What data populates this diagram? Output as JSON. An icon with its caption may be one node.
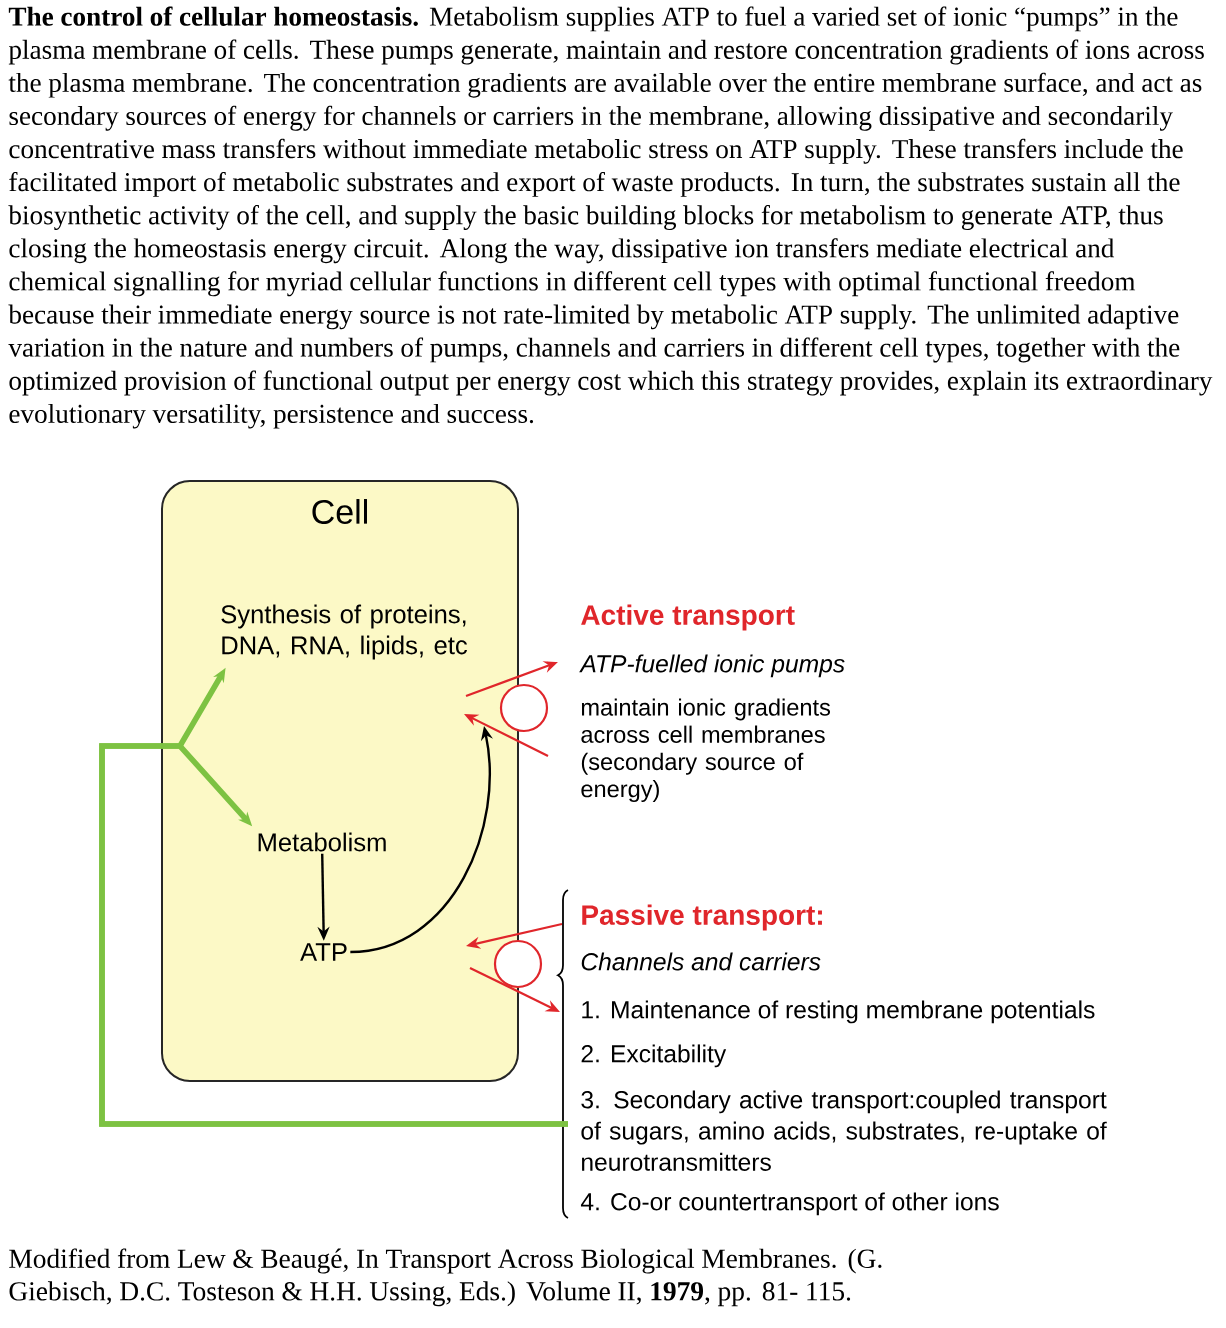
{
  "diagram": {
    "title": "The control of cellular homeostasis.",
    "caption": "Modified from Lew & Beaugé, In Transport Across Biological Membranes. (G. Giebisch, D.C. Tosteson & H.H. Ussing, Eds.) Volume II, **1979**, pp. 81- 115.",
    "nodes": [
      {
        "text": [
          "Cell"
        ]
      },
      {
        "text": [
          "Synthesis of proteins, DNA, RNA, lipids, etc"
        ],
        "in": 0
      },
      {
        "text": [
          "Metabolism"
        ],
        "in": 0
      },
      {
        "text": [
          "ATP"
        ],
        "in": 0
      },
      {
        "text": [],
        "shape": "circle"
      },
      {
        "text": [],
        "shape": "circle"
      },
      {
        "text": [
          "3. Secondary active transport:coupled transport of sugars, amino acids, substrates, re-uptake of neurotransmitters"
        ]
      }
    ],
    "edges": [
      {
        "from": 2,
        "to": 3,
        "arrow": "to"
      },
      {
        "from": 3,
        "to": 4,
        "arrow": "to"
      },
      {
        "from": 6,
        "to": 1,
        "arrow": "to",
        "style": "thick",
        "color": "#7dc242"
      },
      {
        "from": 6,
        "to": 2,
        "arrow": "to",
        "style": "thick",
        "color": "#7dc242"
      }
    ],
    "labels": [
      "Metabolism supplies ATP to fuel a varied set of ionic “pumps” in the plasma membrane of cells. These pumps generate, maintain and restore concentration gradients of ions across the plasma membrane.  The concentration gradients are available over the entire membrane surface, and act as secondary sources of energy for channels or carriers in the membrane, allowing dissipative and secondarily concentrative mass transfers without immediate metabolic stress on ATP supply.  These transfers include the facilitated import of metabolic substrates and export of waste products. In turn, the substrates sustain all the biosynthetic activity of the cell, and supply the basic building blocks for metabolism to generate ATP, thus closing the homeostasis energy circuit. Along the way, dissipative ion transfers mediate electrical and chemical signalling for myriad cellular functions in different cell types with optimal functional freedom because their immediate energy source is not rate-limited by metabolic ATP supply. The unlimited adaptive variation in the nature and numbers of pumps, channels and carriers in different cell types, together with the optimized provision of functional output per energy cost which this strategy provides, explain its extraordinary evolutionary versatility, persistence and success.",
      "Active transport",
      "ATP-fuelled ionic pumps",
      "maintain ionic gradients across cell membranes (secondary source of energy)",
      "Passive transport:",
      "Channels and carriers",
      "1.  Maintenance of resting membrane potentials",
      "2. Excitability",
      "4. Co-or countertransport of other ions"
    ]
  }
}
